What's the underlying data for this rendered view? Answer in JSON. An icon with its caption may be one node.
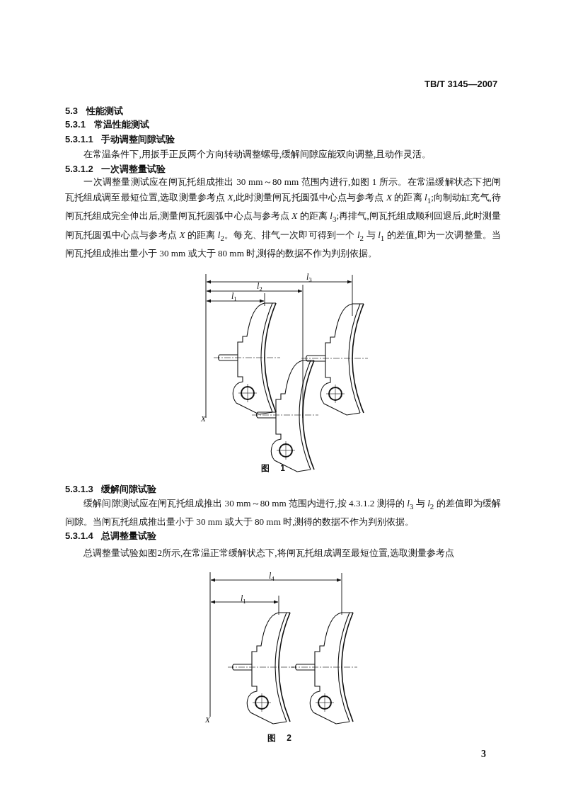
{
  "diagram": {
    "labels": [
      "TB/T 3145—2007",
      "5.3 性能测试",
      "5.3.1 常温性能测试",
      "5.3.1.1 手动调整间隙试验",
      "在常温条件下,用扳手正反两个方向转动调整螺母,缓解间隙应能双向调整,且动作灵活。",
      "5.3.1.2 一次调整量试验",
      "一次调整量测试应在闸瓦托组成推出 30 mm～80 mm 范围内进行,如图 1 所示。在常温缓解状态下把闸瓦托组成调至最短位置,选取测量参考点 *X*,此时测量闸瓦托圆弧中心点与参考点 *X* 的距离 *l*$_{1}$;向制动缸充气,待闸瓦托组成完全伸出后,测量闸瓦托圆弧中心点与参考点 *X* 的距离 *l*$_{3}$;再排气,闸瓦托组成顺利回退后,此时测量闸瓦托圆弧中心点与参考点 *X* 的距离 *l*$_{2}$。每充、排气一次即可得到一个 *l*$_{2}$ 与 *l*$_{1}$ 的差值,即为一次调整量。当闸瓦托组成推出量小于 30 mm 或大于 80 mm 时,测得的数据不作为判别依据。",
      "*l*$_{3}$",
      "*l*$_{2}$",
      "*l*$_{1}$",
      "X",
      "图 1",
      "5.3.1.3 缓解间隙试验",
      "缓解间隙测试应在闸瓦托组成推出 30 mm～80 mm 范围内进行,按 4.3.1.2 测得的 *l*$_{3}$ 与 *l*$_{2}$ 的差值即为缓解间隙。当闸瓦托组成推出量小于 30 mm 或大于 80 mm 时,测得的数据不作为判别依据。",
      "5.3.1.4 总调整量试验",
      "总调整量试验如图2所示,在常温正常缓解状态下,将闸瓦托组成调至最短位置,选取测量参考点",
      "*l*$_{4}$",
      "*l*$_{1}$",
      "X",
      "图 2",
      "3"
    ]
  }
}
